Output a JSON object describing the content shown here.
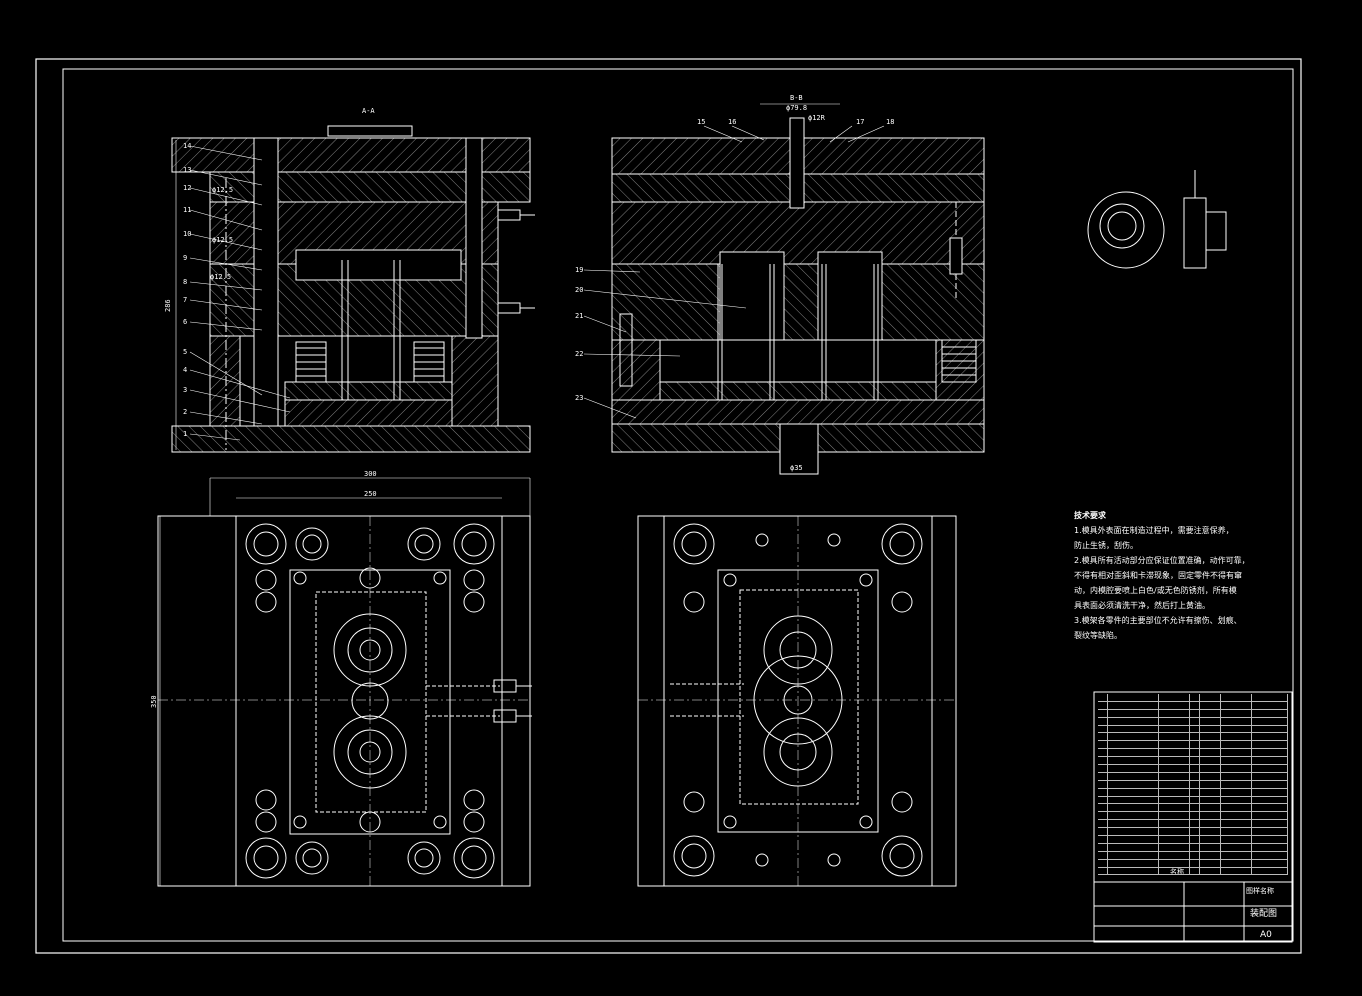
{
  "drawing": {
    "section_aa": "A-A",
    "section_bb": "B-B",
    "part_numbers_left": [
      "14",
      "13",
      "12",
      "11",
      "10",
      "9",
      "8",
      "7",
      "6",
      "5",
      "4",
      "3",
      "2",
      "1"
    ],
    "part_numbers_right_top": [
      "15",
      "16",
      "17",
      "18"
    ],
    "part_numbers_right_side": [
      "19",
      "20",
      "21",
      "22",
      "23"
    ],
    "dims": {
      "height_left": "286",
      "width_300": "300",
      "width_250": "250",
      "height_350": "350",
      "d_bottom": "ϕ35",
      "d_top": "ϕ79.8",
      "d_small": "ϕ12R",
      "phi_labels": [
        "ϕ12.5",
        "ϕ12.5",
        "ϕ12.5"
      ]
    }
  },
  "notes": {
    "title": "技术要求",
    "items": [
      "1.模具外表面在制造过程中，需要注意保养，",
      "防止生锈，刮伤。",
      "2.模具所有活动部分应保证位置准确，动作可靠，",
      "不得有相对歪斜和卡滞现象，固定零件不得有窜",
      "动，内模腔要喷上白色/或无色防锈剂，所有模",
      "具表面必须清洗干净，然后打上黄油。",
      "3.模架各零件的主要部位不允许有擦伤、划痕、",
      "裂纹等缺陷。"
    ]
  },
  "title_block": {
    "assembly": "装配图",
    "sheet": "A0",
    "name_header": "名称",
    "drawing_header": "图样名称"
  }
}
